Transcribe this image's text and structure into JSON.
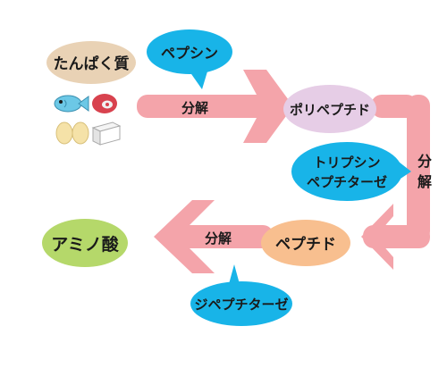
{
  "nodes": {
    "protein": "たんぱく質",
    "polypeptide": "ポリペプチド",
    "peptide": "ペプチド",
    "amino_acid": "アミノ酸"
  },
  "enzymes": {
    "pepsin": "ペプシン",
    "trypsin_line1": "トリプシン",
    "trypsin_line2": "ペプチターゼ",
    "dipeptidase": "ジペプチターゼ"
  },
  "arrows": {
    "top_label": "分解",
    "right_label_1": "分",
    "right_label_2": "解",
    "bottom_label": "分解"
  },
  "colors": {
    "arrow": "#f4a4aa",
    "protein_node": "#e9d2b5",
    "polypeptide_node": "#e6cde6",
    "peptide_node": "#f8bf8f",
    "amino_acid_node": "#b5d86a",
    "enzyme_bubble": "#18b4e8"
  },
  "icons": [
    "fish-icon",
    "meat-icon",
    "eggs-icon",
    "tofu-icon"
  ]
}
